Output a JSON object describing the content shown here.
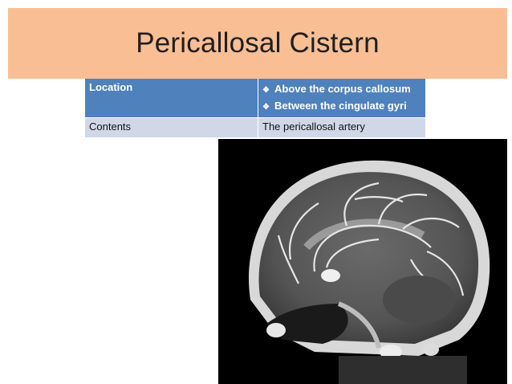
{
  "slide": {
    "title": "Pericallosal Cistern",
    "accent_color": "#f9be94",
    "header_color": "#4f81bd",
    "row_color": "#d0d8e8"
  },
  "table": {
    "rows": [
      {
        "label": "Location",
        "bullets": [
          "Above the corpus callosum",
          "Between the cingulate gyri"
        ]
      },
      {
        "label": "Contents",
        "value": "The pericallosal artery"
      }
    ]
  },
  "bullet_icon": "diamond-bullet-icon"
}
